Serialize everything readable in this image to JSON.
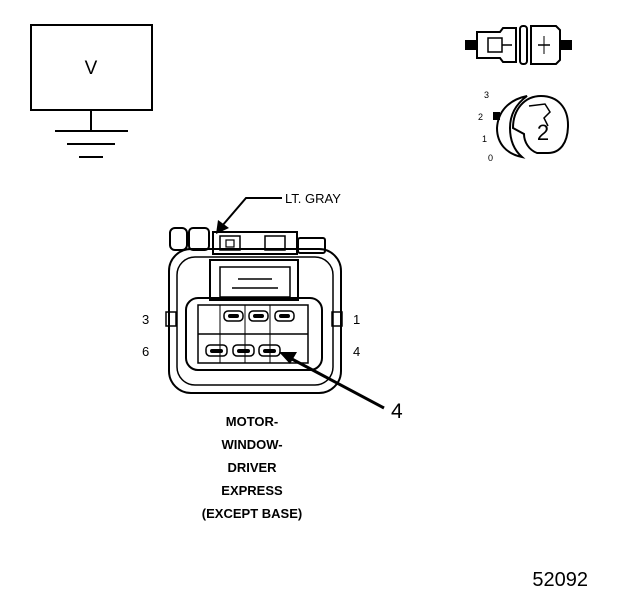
{
  "meter": {
    "symbol": "V"
  },
  "key_switch": {
    "positions": [
      "3",
      "2",
      "1",
      "0"
    ],
    "step": "2"
  },
  "wire": {
    "color_label": "LT. GRAY"
  },
  "connector": {
    "pin_labels": {
      "top_left": "3",
      "top_right": "1",
      "bottom_left": "6",
      "bottom_right": "4"
    }
  },
  "callout": {
    "number": "4"
  },
  "component": {
    "lines": [
      "MOTOR-",
      "WINDOW-",
      "DRIVER",
      "EXPRESS",
      "(EXCEPT BASE)"
    ]
  },
  "figure_number": "52092"
}
